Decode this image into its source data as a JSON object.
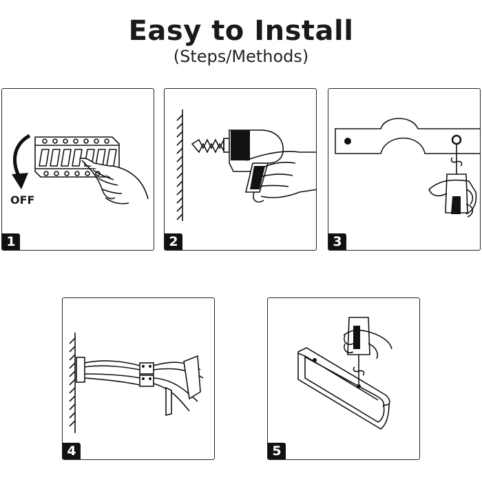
{
  "header": {
    "title": "Easy to Install",
    "subtitle": "(Steps/Methods)"
  },
  "steps": [
    {
      "number": "1",
      "label": "OFF",
      "icon": "breaker-switch-off-icon"
    },
    {
      "number": "2",
      "icon": "drill-wall-icon"
    },
    {
      "number": "3",
      "icon": "screw-mounting-plate-icon"
    },
    {
      "number": "4",
      "icon": "wire-connection-icon"
    },
    {
      "number": "5",
      "icon": "fasten-lamp-icon"
    }
  ],
  "colors": {
    "ink": "#111111",
    "background": "#ffffff"
  }
}
